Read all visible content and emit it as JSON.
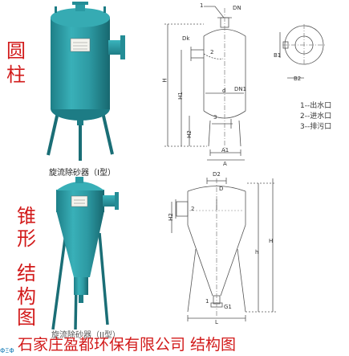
{
  "labels": {
    "cylinder_title_line1": "圆",
    "cylinder_title_line2": "柱",
    "cone_title_line1": "锥",
    "cone_title_line2": "形",
    "structure_line1": "结",
    "structure_line2": "构图",
    "cylinder_caption": "旋流除砂器（I型）",
    "cone_caption": "旋流除砂器（II型）",
    "company": "石家庄盈都环保有限公司 结构图",
    "corner_mark": "ΦΞΦ"
  },
  "legend": [
    "1--出水口",
    "2--进水口",
    "3--排污口"
  ],
  "drawing1": {
    "marks": [
      "1",
      "DN",
      "Dk",
      "2",
      "3",
      "DN1",
      "H",
      "H1",
      "d",
      "A1",
      "A",
      "H2"
    ]
  },
  "drawing1_side": {
    "marks": [
      "B1",
      "B2"
    ]
  },
  "drawing2": {
    "marks": [
      "D2",
      "D",
      "2",
      "H2",
      "h",
      "H",
      "G1",
      "L",
      "1"
    ]
  },
  "colors": {
    "vessel_teal": "#2a9aa3",
    "label_red": "#d21a1a",
    "line_gray": "#555555"
  }
}
